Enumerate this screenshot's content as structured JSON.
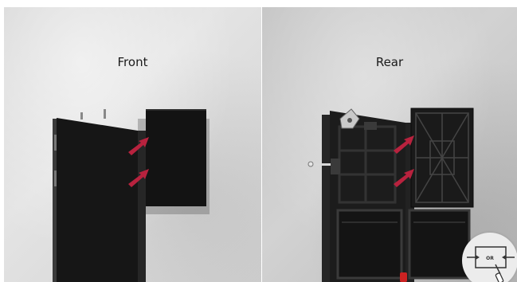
{
  "panels": {
    "front": {
      "label": "Front"
    },
    "rear": {
      "label": "Rear"
    }
  },
  "badge": {
    "or_text": "OR",
    "icon": "screwdriver-icon"
  },
  "colors": {
    "arrow": "#b8223e",
    "cabinet": "#161616",
    "handle": "#cc2222"
  }
}
